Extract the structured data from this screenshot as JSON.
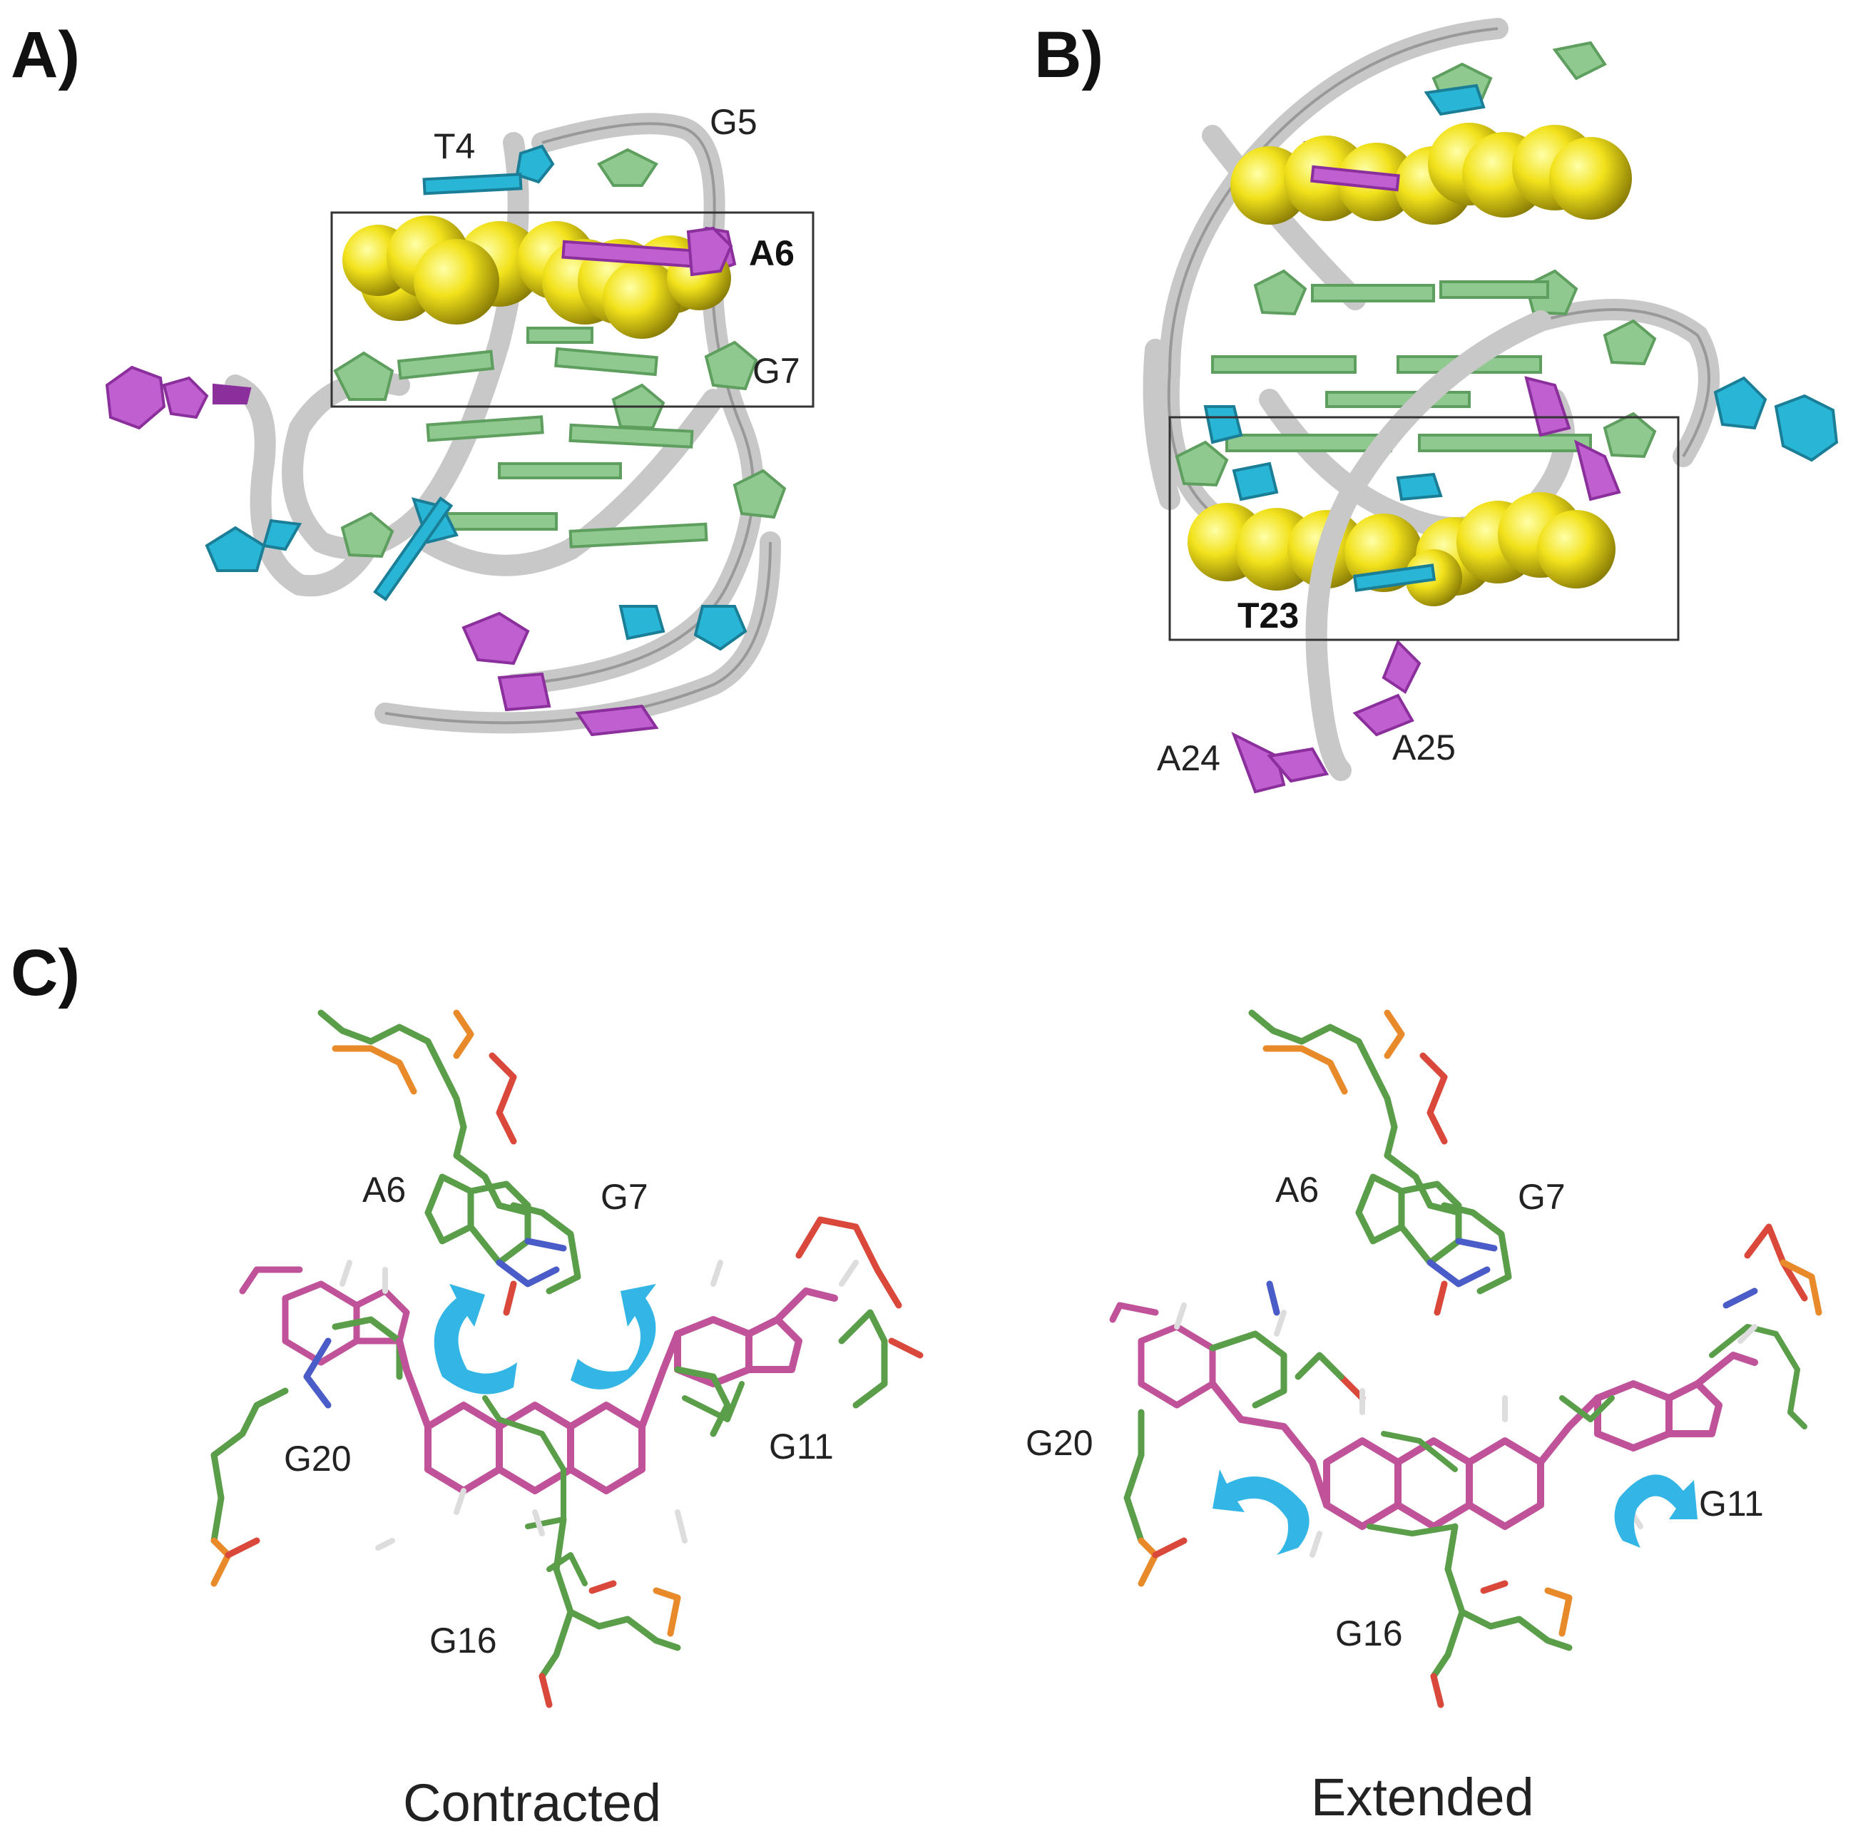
{
  "panels": {
    "a": {
      "letter": "A)",
      "labels": {
        "t4": "T4",
        "g5": "G5",
        "a6": "A6",
        "g7": "G7"
      }
    },
    "b": {
      "letter": "B)",
      "labels": {
        "t23": "T23",
        "a24": "A24",
        "a25": "A25"
      }
    },
    "c": {
      "letter": "C)",
      "left": {
        "caption": "Contracted",
        "labels": {
          "a6": "A6",
          "g7": "G7",
          "g20": "G20",
          "g11": "G11",
          "g16": "G16"
        }
      },
      "right": {
        "caption": "Extended",
        "labels": {
          "a6": "A6",
          "g7": "G7",
          "g20": "G20",
          "g11": "G11",
          "g16": "G16"
        }
      }
    }
  },
  "colors": {
    "backbone": "#c8c8c8",
    "guanine": "#8fc98f",
    "thymine": "#29b6d6",
    "adenine": "#c060d0",
    "ligand": "#f2e21c",
    "ligand_magenta": "#c0529a",
    "oxygen": "#d9483b",
    "nitrogen": "#4a5cc7",
    "phosphorus": "#e88a2a",
    "arrow": "#33b5e5"
  },
  "icons": [
    "curved-arrow-icon"
  ]
}
